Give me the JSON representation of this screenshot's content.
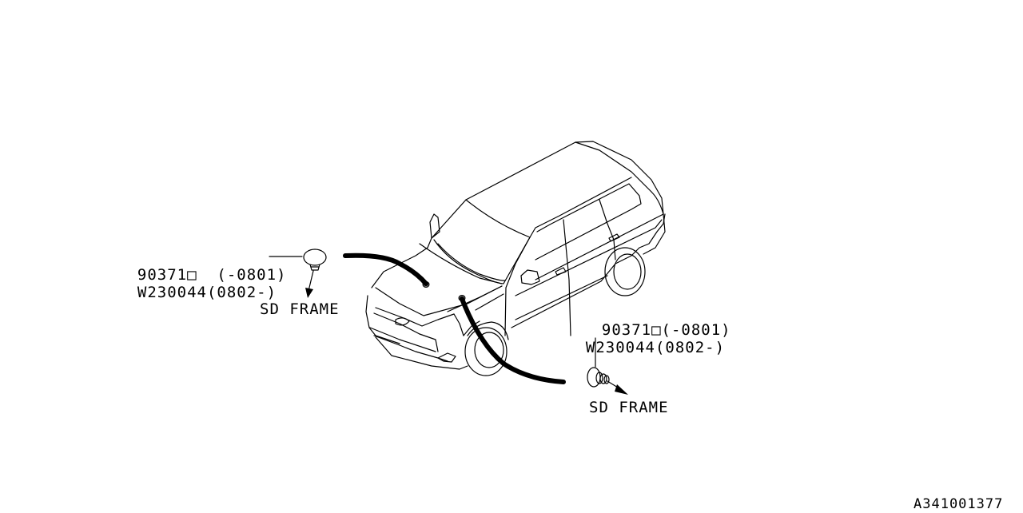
{
  "diagram": {
    "type": "parts-diagram",
    "subject": "vehicle hood / front fender clip locations",
    "callouts": [
      {
        "id": "left",
        "part_number_1": "90371□",
        "range_1": "(-0801)",
        "part_number_2": "W230044",
        "range_2": "(0802-)",
        "target_label": "SD FRAME"
      },
      {
        "id": "right",
        "part_number_1": "90371□",
        "range_1": "(-0801)",
        "part_number_2": "W230044",
        "range_2": "(0802-)",
        "target_label": "SD FRAME"
      }
    ],
    "diagram_code": "A341001377"
  }
}
